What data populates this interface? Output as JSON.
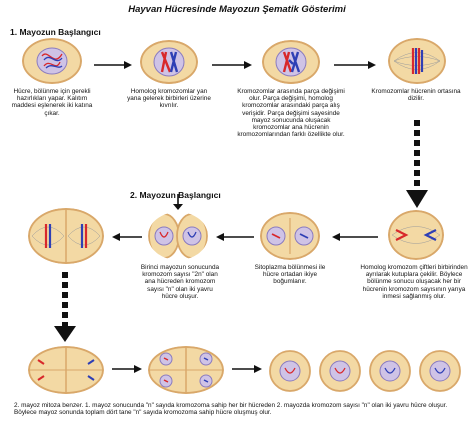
{
  "title": "Hayvan Hücresinde Mayozun Şematik Gösterimi",
  "section1": "1. Mayozun Başlangıcı",
  "section2": "2. Mayozun Başlangıcı",
  "captions": {
    "c1": "Hücre, bölünme için gerekli hazırlıkları yapar. Kalıtım maddesi eşlenerek iki katına çıkar.",
    "c2": "Homolog kromozomlar yan yana gelerek birbirleri üzerine kıvrılır.",
    "c3": "Kromozomlar arasında parça değişimi olur. Parça değişimi, homolog kromozomlar arasındaki parça alış verişidir. Parça değişimi sayesinde mayoz sonucunda oluşacak kromozomlar ana hücrenin kromozomlarından farklı özellikte olur.",
    "c4": "Kromozomlar hücrenin ortasına dizilir.",
    "c5": "Homolog kromozom çiftleri birbirinden ayrılarak kutuplara çekilir. Böylece bölünme sonucu oluşacak her bir hücrenin kromozom sayısının yarıya inmesi sağlanmış olur.",
    "c6": "Sitoplazma bölünmesi ile hücre ortadan ikiye boğumlanır.",
    "c7": "Birinci mayozun sonucunda kromozom sayısı \"2n\" olan ana hücreden kromozom sayısı \"n\" olan iki yavru hücre oluşur.",
    "c8": "2. mayoz mitoza benzer. 1. mayoz sonucunda \"n\" sayıda kromozoma sahip her bir hücreden 2. mayozda kromozom sayısı \"n\" olan iki yavru hücre oluşur. Böylece mayoz sonunda toplam dört tane \"n\" sayıda kromozoma sahip hücre oluşmuş olur."
  },
  "colors": {
    "cell_fill": "#f3d9a4",
    "cell_rim": "#d9a86a",
    "nucleus": "#cfc3e6",
    "nucleus_rim": "#8a7bbf",
    "chrom_red": "#d8282b",
    "chrom_blue": "#2e3fb5",
    "arrow": "#111111"
  }
}
